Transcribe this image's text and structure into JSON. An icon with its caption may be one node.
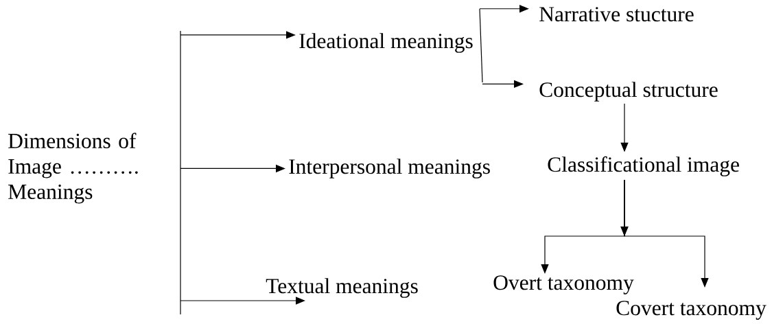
{
  "diagram": {
    "nodes": [
      {
        "text": [
          "Dimensions of Image ………. Meanings"
        ]
      },
      {
        "text": [
          "Ideational meanings"
        ]
      },
      {
        "text": [
          "Interpersonal meanings"
        ]
      },
      {
        "text": [
          "Textual meanings"
        ]
      },
      {
        "text": [
          "Narrative stucture"
        ]
      },
      {
        "text": [
          "Conceptual structure"
        ]
      },
      {
        "text": [
          "Classificational image"
        ]
      },
      {
        "text": [
          "Overt taxonomy"
        ]
      },
      {
        "text": [
          "Covert taxonomy"
        ]
      }
    ],
    "edges": [
      {
        "from": null,
        "to": 1,
        "arrow": "to"
      },
      {
        "from": null,
        "to": 2,
        "arrow": "to"
      },
      {
        "from": null,
        "to": 3,
        "arrow": "to"
      },
      {
        "from": 1,
        "to": 4,
        "arrow": "to"
      },
      {
        "from": 1,
        "to": 5,
        "arrow": "to"
      },
      {
        "from": 5,
        "to": 6,
        "arrow": "to"
      },
      {
        "from": 6,
        "to": 7,
        "arrow": "to"
      },
      {
        "from": 6,
        "to": 8,
        "arrow": "to"
      }
    ]
  }
}
